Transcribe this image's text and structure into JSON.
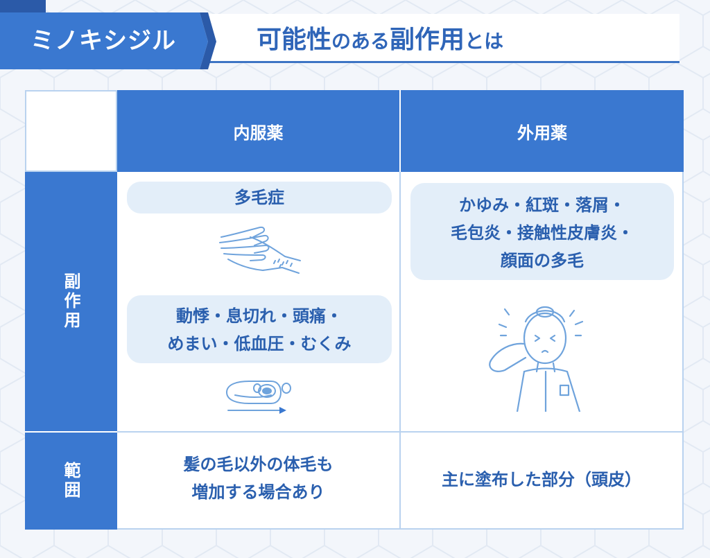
{
  "header": {
    "tag": "ミノキシジル",
    "title_parts": [
      "可能性",
      "の",
      "ある",
      "副作用",
      "とは"
    ]
  },
  "table": {
    "columns": [
      "内服薬",
      "外用薬"
    ],
    "rows": [
      {
        "label": "副作用"
      },
      {
        "label": "範囲"
      }
    ],
    "oral": {
      "side_effect_1": "多毛症",
      "side_effect_2_lines": [
        "動悸・息切れ・頭痛・",
        "めまい・低血圧・むくみ"
      ],
      "scope_lines": [
        "髪の毛以外の体毛も",
        "増加する場合あり"
      ]
    },
    "topical": {
      "side_effect_lines": [
        "かゆみ・紅斑・落屑・",
        "毛包炎・接触性皮膚炎・",
        "顔面の多毛"
      ],
      "scope": "主に塗布した部分（頭皮）"
    }
  },
  "icons": {
    "hand": "hairy-hand-icon",
    "blood_cell": "blood-vessel-icon",
    "person": "itchy-head-person-icon"
  },
  "colors": {
    "accent": "#3a78d0",
    "text": "#2a5fae",
    "pill": "#e3eef9"
  }
}
